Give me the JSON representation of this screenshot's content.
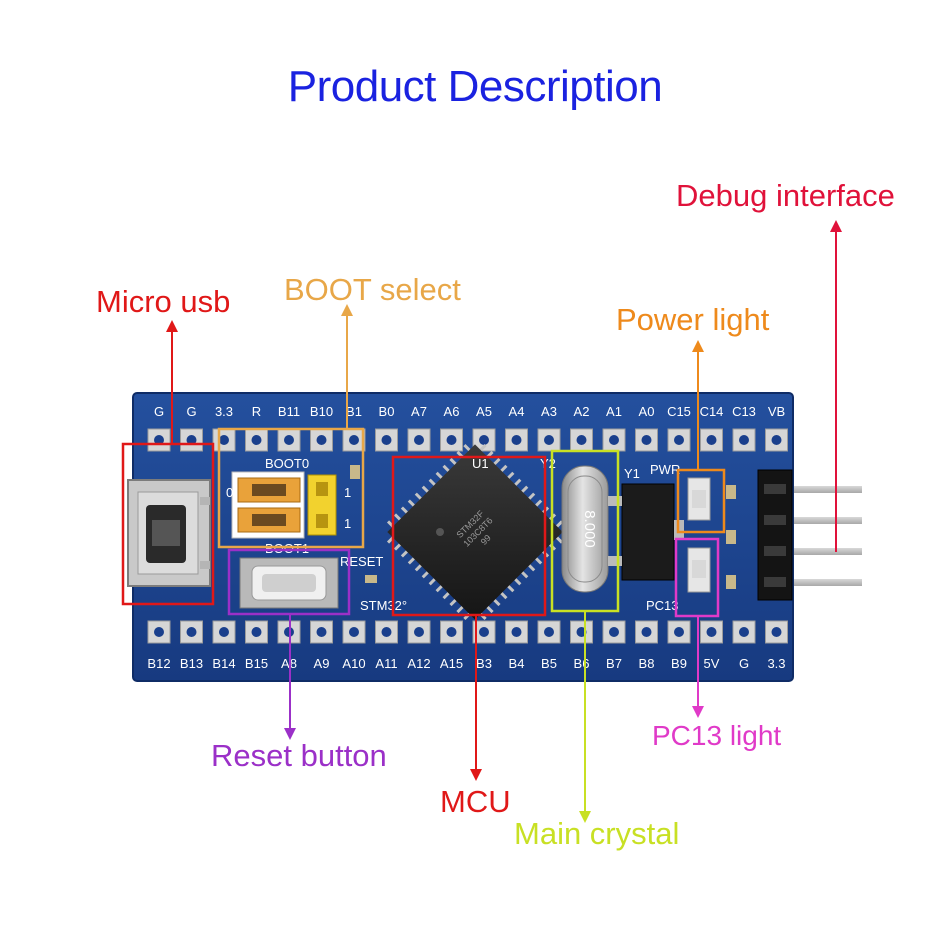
{
  "title": "Product Description",
  "callouts": {
    "micro_usb": "Micro usb",
    "boot_select": "BOOT select",
    "debug_interface": "Debug interface",
    "power_light": "Power light",
    "reset_button": "Reset button",
    "mcu": "MCU",
    "main_crystal": "Main crystal",
    "pc13_light": "PC13 light"
  },
  "colors": {
    "title": "#1a22e0",
    "micro_usb": "#e01818",
    "boot_select": "#e8a748",
    "debug_interface": "#e0123a",
    "power_light": "#ee8a1c",
    "reset_button": "#9b30c8",
    "mcu": "#e01818",
    "main_crystal": "#c8e024",
    "pc13_light": "#e03ac8",
    "board": "#1a3f8c"
  },
  "board": {
    "top_pins": [
      "G",
      "G",
      "3.3",
      "R",
      "B11",
      "B10",
      "B1",
      "B0",
      "A7",
      "A6",
      "A5",
      "A4",
      "A3",
      "A2",
      "A1",
      "A0",
      "C15",
      "C14",
      "C13",
      "VB"
    ],
    "bottom_pins": [
      "B12",
      "B13",
      "B14",
      "B15",
      "A8",
      "A9",
      "A10",
      "A11",
      "A12",
      "A15",
      "B3",
      "B4",
      "B5",
      "B6",
      "B7",
      "B8",
      "B9",
      "5V",
      "G",
      "3.3"
    ],
    "silk": {
      "boot0": "BOOT0",
      "boot1": "BOOT1",
      "reset": "RESET",
      "brand": "STM32°",
      "pwr": "PWR",
      "pc13": "PC13",
      "y1": "Y1",
      "y2": "Y2",
      "u1": "U1",
      "jumper_0": "0",
      "jumper_1a": "1",
      "jumper_1b": "1",
      "crystal": "8.000",
      "chip_line1": "STM32F",
      "chip_line2": "103C8T6",
      "chip_line3": "99"
    }
  }
}
